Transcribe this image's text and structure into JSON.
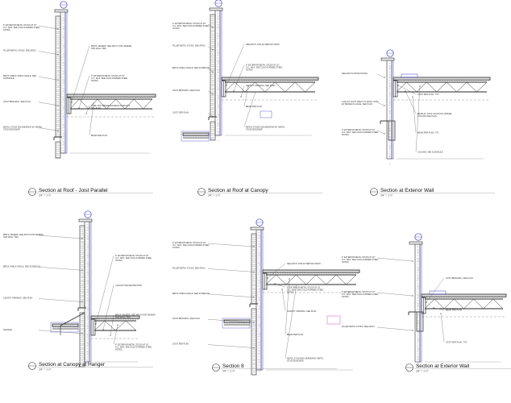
{
  "sheet": {
    "accent_color": "#3a3ad8",
    "line_color": "#2a2a2a",
    "highlight_color": "#e070c0"
  },
  "details": [
    {
      "title": "Section at Roof - Joist Parallel",
      "scale": "3/4\" = 1'-0\"",
      "callouts": [
        "6\" EXTERIOR METAL STUDS AT 16\" O.C. MAX. SEE COLD-FORMED STEEL NOTES",
        "BRICK VENEER. SEE ARCH. FOR VENEER AND WALL TIES",
        "FILLER METAL STUDS. SEE ARCH.",
        "6\" EXTERIOR METAL STUDS AT 16\" O.C. MAX. SEE COLD-FORMED STEEL NOTES",
        "BRICK SHELF. SHELF ANGLE. SEE SCHEDULE",
        "TUBE TOP PERIMETER BEAM SUPPORT. SEE PLAN",
        "JOIST BRIDGING. SEE PLAN",
        "BEAM PER PLAN",
        "METAL STUDS NON BEARING BY METAL STUD DESIGNER"
      ]
    },
    {
      "title": "Section at Roof at Canopy",
      "scale": "3/4\" = 1'-0\"",
      "callouts": [
        "6\" EXTERIOR METAL STUDS AT 16\" O.C. MAX. SEE COLD-FORMED STEEL NOTES",
        "SEE ARCH. FOR EXTERIOR FINISH",
        "FILLER METAL STUDS. SEE ARCH.",
        "6\" EXTERIOR METAL STUDS AT 16\" O.C. MAX. SEE COLD-FORMED STEEL NOTES",
        "BRICK SHELF ANGLE. SEE SCHEDULE",
        "CANOPY FRAMING. SEE PLAN",
        "JOIST BRIDGING. SEE PLAN",
        "BEAM PER PLAN",
        "JOIST PER PLAN",
        "METAL STUDS NON-BEARING BY METAL STUD DESIGNER"
      ]
    },
    {
      "title": "Section at  Exterior Wall",
      "scale": "3/4\" = 1'-0\"",
      "callouts": [
        "SEE ARCH FOR BLOCKING",
        "L4x4x1/4 CONT. WELD TO EACH JOIST. EXTENDED FLANGE. SEE PLAN",
        "6\" EXTERIOR METAL STUDS AT 16\" O.C. MAX. SEE COLD-FORMED STEEL NOTES",
        "JOIST PER PLAN, TYP.",
        "BEAM AT JOIST LOCATION. WHERE OCCURS SEE PLAN",
        "BEAM PER PLAN, TYP.",
        "COLUMN. SEE SCHEDULE"
      ]
    },
    {
      "title": "Section at Canopy at Hanger",
      "scale": "3/4\" = 1'-0\"",
      "callouts": [
        "BRICK VENEER. SEE ARCH FOR VENEER AND WALL TIES",
        "6\" EXTERIOR METAL STUDS AT 16\" O.C. MAX. SEE COLD-FORMED STEEL NOTES",
        "BRICK SHELF ANGLE. SEE SCHEDULE",
        "L4x4x3/8 HANGER BEYOND",
        "CANOPY FRAMING. SEE PLAN",
        "BRICK VENEER. SEE ARCH FOR VENEER AND WALL TIES",
        "HANGER",
        "6\" EXTERIOR METAL STUDS AT 16\" O.C. MAX. SEE COLD-FORMED STEEL NOTES"
      ]
    },
    {
      "title": "Section 8",
      "scale": "3/4\" = 1'-0\"",
      "callouts": [
        "6\" EXTERIOR METAL STUDS AT 16\" O.C. MAX. SEE COLD-FORMED STEEL NOTES",
        "SEE ARCH. FOR EXTERIOR FINISH",
        "FILLER METAL STUDS. SEE ARCH.",
        "6\" EXTERIOR METAL STUDS AT 16\" O.C. MAX. SEE COLD-FORMED STEEL NOTES",
        "BRICK SHELF ANGLE. SEE SCHEDULE",
        "CANOPY FRAMING. SEE PLAN",
        "JOIST BRIDGING. SEE PLAN",
        "BEAM PER PLAN",
        "JOIST PER PLAN",
        "METAL STUD BOX HEADER BY METAL STUD DESIGNER"
      ]
    },
    {
      "title": "Section at  Exterior Wall",
      "scale": "3/4\" = 1'-0\"",
      "callouts": [
        "6\" EXTERIOR METAL STUDS AT 16\" O.C. MAX. SEE COLD-FORMED STEEL NOTES",
        "6\" EXTERIOR METAL STUDS AT 16\" O.C. MAX. SEE COLD-FORMED STEEL NOTES",
        "FILLER METAL STUDS. SEE ARCH.",
        "JOIST BRIDGING. SEE PLAN",
        "BEAM PER PLAN",
        "JOIST PER PLAN, TYP."
      ]
    }
  ]
}
